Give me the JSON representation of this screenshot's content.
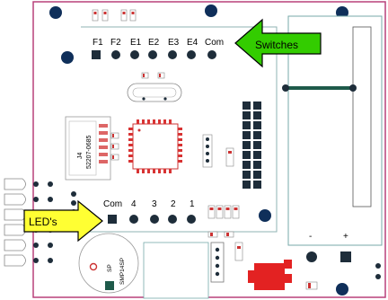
{
  "callouts": {
    "switches": "Switches",
    "leds": "LED's"
  },
  "switch_header": {
    "labels": [
      "F1",
      "F2",
      "E1",
      "E2",
      "E3",
      "E4",
      "Com"
    ]
  },
  "led_header": {
    "labels": [
      "Com",
      "4",
      "3",
      "2",
      "1"
    ]
  },
  "components": {
    "connector_ref": "J4",
    "connector_part": "52207-0685",
    "buzzer_ref": "SP",
    "buzzer_part": "SMP14SP",
    "supply_minus": "-",
    "supply_plus": "+"
  },
  "colors": {
    "board": "#ffffff",
    "outline": "#b8407a",
    "mount_hole": "#0f2f5a",
    "callout_green": "#33cc00",
    "callout_yellow": "#ffff33",
    "arrow_border": "#000000",
    "regulator_red": "#e32222",
    "chip_red": "#d83333",
    "pad_dark": "#1e2d3a"
  }
}
